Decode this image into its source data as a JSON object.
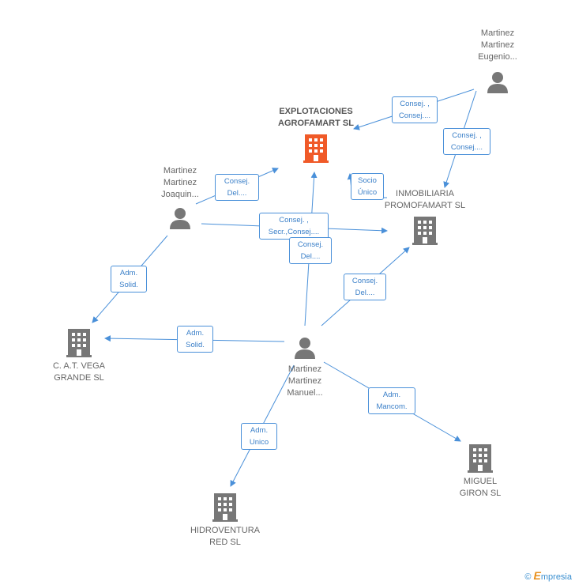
{
  "nodes": {
    "explotaciones": {
      "label": "EXPLOTACIONES\nAGROFAMART SL",
      "icon": "building-icon",
      "color": "#f05a28"
    },
    "eugenio": {
      "label": "Martinez\nMartinez\nEugenio...",
      "icon": "person-icon"
    },
    "joaquin": {
      "label": "Martinez\nMartinez\nJoaquin...",
      "icon": "person-icon"
    },
    "inmobiliaria": {
      "label": "INMOBILIARIA\nPROMOFAMART SL",
      "icon": "building-icon"
    },
    "cat": {
      "label": "C. A.T. VEGA\nGRANDE SL",
      "icon": "building-icon"
    },
    "manuel": {
      "label": "Martinez\nMartinez\nManuel...",
      "icon": "person-icon"
    },
    "miguel": {
      "label": "MIGUEL\nGIRON SL",
      "icon": "building-icon"
    },
    "hidroventura": {
      "label": "HIDROVENTURA\nRED SL",
      "icon": "building-icon"
    }
  },
  "edge_labels": {
    "eugenio_explot": "Consej. ,\nConsej....",
    "eugenio_inmob": "Consej. ,\nConsej....",
    "joaquin_explot": "Consej.\nDel....",
    "joaquin_inmob": "Consej. ,\nSecr.,Consej....",
    "manuel_explot": "Consej.\nDel....",
    "socio_unico": "Socio\nÚnico",
    "manuel_inmob": "Consej.\nDel....",
    "joaquin_cat": "Adm.\nSolid.",
    "manuel_cat": "Adm.\nSolid.",
    "manuel_miguel": "Adm.\nMancom.",
    "manuel_hidro": "Adm.\nUnico"
  },
  "colors": {
    "edge": "#4a90d9",
    "icon_gray": "#777777",
    "focus": "#f05a28"
  },
  "footer": {
    "copyright": "©",
    "brand_initial": "E",
    "brand_rest": "mpresia"
  }
}
